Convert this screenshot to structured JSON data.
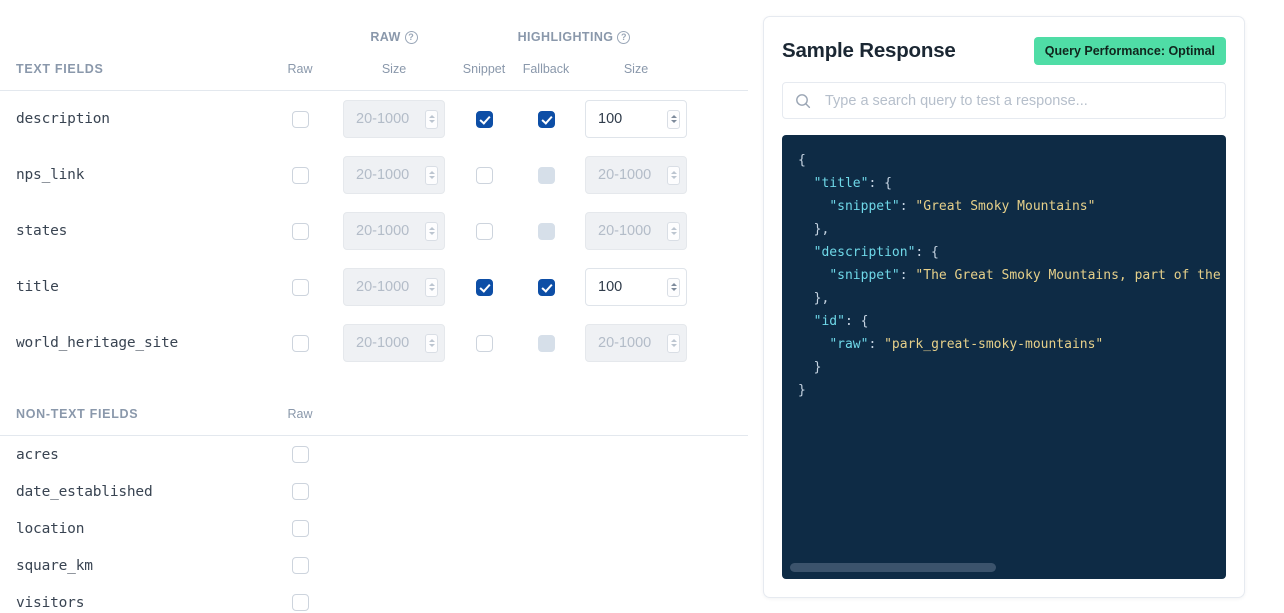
{
  "left": {
    "group_headers": [
      {
        "label": "RAW",
        "help_icon": "question-circle-icon"
      },
      {
        "label": "HIGHLIGHTING",
        "help_icon": "question-circle-icon"
      }
    ],
    "text_section": {
      "section_label": "TEXT FIELDS",
      "columns": [
        "Raw",
        "Size",
        "Snippet",
        "Fallback",
        "Size"
      ],
      "rows": [
        {
          "name": "description",
          "raw_checked": false,
          "raw_size_value": "",
          "raw_size_placeholder": "20-1000",
          "raw_size_enabled": false,
          "snippet_checked": true,
          "fallback_checked": true,
          "fallback_enabled": true,
          "hl_size_value": "100",
          "hl_size_placeholder": "20-1000",
          "hl_size_enabled": true
        },
        {
          "name": "nps_link",
          "raw_checked": false,
          "raw_size_value": "",
          "raw_size_placeholder": "20-1000",
          "raw_size_enabled": false,
          "snippet_checked": false,
          "fallback_checked": false,
          "fallback_enabled": false,
          "hl_size_value": "",
          "hl_size_placeholder": "20-1000",
          "hl_size_enabled": false
        },
        {
          "name": "states",
          "raw_checked": false,
          "raw_size_value": "",
          "raw_size_placeholder": "20-1000",
          "raw_size_enabled": false,
          "snippet_checked": false,
          "fallback_checked": false,
          "fallback_enabled": false,
          "hl_size_value": "",
          "hl_size_placeholder": "20-1000",
          "hl_size_enabled": false
        },
        {
          "name": "title",
          "raw_checked": false,
          "raw_size_value": "",
          "raw_size_placeholder": "20-1000",
          "raw_size_enabled": false,
          "snippet_checked": true,
          "fallback_checked": true,
          "fallback_enabled": true,
          "hl_size_value": "100",
          "hl_size_placeholder": "20-1000",
          "hl_size_enabled": true
        },
        {
          "name": "world_heritage_site",
          "raw_checked": false,
          "raw_size_value": "",
          "raw_size_placeholder": "20-1000",
          "raw_size_enabled": false,
          "snippet_checked": false,
          "fallback_checked": false,
          "fallback_enabled": false,
          "hl_size_value": "",
          "hl_size_placeholder": "20-1000",
          "hl_size_enabled": false
        }
      ]
    },
    "nontext_section": {
      "section_label": "NON-TEXT FIELDS",
      "columns": [
        "Raw"
      ],
      "rows": [
        {
          "name": "acres",
          "raw_checked": false
        },
        {
          "name": "date_established",
          "raw_checked": false
        },
        {
          "name": "location",
          "raw_checked": false
        },
        {
          "name": "square_km",
          "raw_checked": false
        },
        {
          "name": "visitors",
          "raw_checked": false
        }
      ]
    }
  },
  "right": {
    "title": "Sample Response",
    "badge": {
      "label": "Query Performance: Optimal",
      "color": "#4fdda6"
    },
    "search": {
      "value": "",
      "placeholder": "Type a search query to test a response...",
      "icon": "search-icon"
    },
    "code_block": {
      "background": "#0e2b45",
      "key_color": "#6fd8e8",
      "string_color": "#e6d08a",
      "punctuation_color": "#c6d4e2",
      "lines": [
        {
          "indent": 0,
          "parts": [
            {
              "t": "{",
              "c": "punc"
            }
          ]
        },
        {
          "indent": 1,
          "parts": [
            {
              "t": "\"title\"",
              "c": "key"
            },
            {
              "t": ": {",
              "c": "punc"
            }
          ]
        },
        {
          "indent": 2,
          "parts": [
            {
              "t": "\"snippet\"",
              "c": "key"
            },
            {
              "t": ": ",
              "c": "punc"
            },
            {
              "t": "\"Great Smoky Mountains\"",
              "c": "str"
            }
          ]
        },
        {
          "indent": 1,
          "parts": [
            {
              "t": "},",
              "c": "punc"
            }
          ]
        },
        {
          "indent": 1,
          "parts": [
            {
              "t": "\"description\"",
              "c": "key"
            },
            {
              "t": ": {",
              "c": "punc"
            }
          ]
        },
        {
          "indent": 2,
          "parts": [
            {
              "t": "\"snippet\"",
              "c": "key"
            },
            {
              "t": ": ",
              "c": "punc"
            },
            {
              "t": "\"The Great Smoky Mountains, part of the Appa",
              "c": "str"
            }
          ]
        },
        {
          "indent": 1,
          "parts": [
            {
              "t": "},",
              "c": "punc"
            }
          ]
        },
        {
          "indent": 1,
          "parts": [
            {
              "t": "\"id\"",
              "c": "key"
            },
            {
              "t": ": {",
              "c": "punc"
            }
          ]
        },
        {
          "indent": 2,
          "parts": [
            {
              "t": "\"raw\"",
              "c": "key"
            },
            {
              "t": ": ",
              "c": "punc"
            },
            {
              "t": "\"park_great-smoky-mountains\"",
              "c": "str"
            }
          ]
        },
        {
          "indent": 1,
          "parts": [
            {
              "t": "}",
              "c": "punc"
            }
          ]
        },
        {
          "indent": 0,
          "parts": [
            {
              "t": "}",
              "c": "punc"
            }
          ]
        }
      ],
      "scrollbar": {
        "orientation": "horizontal",
        "thumb_fraction": 0.45
      }
    }
  }
}
